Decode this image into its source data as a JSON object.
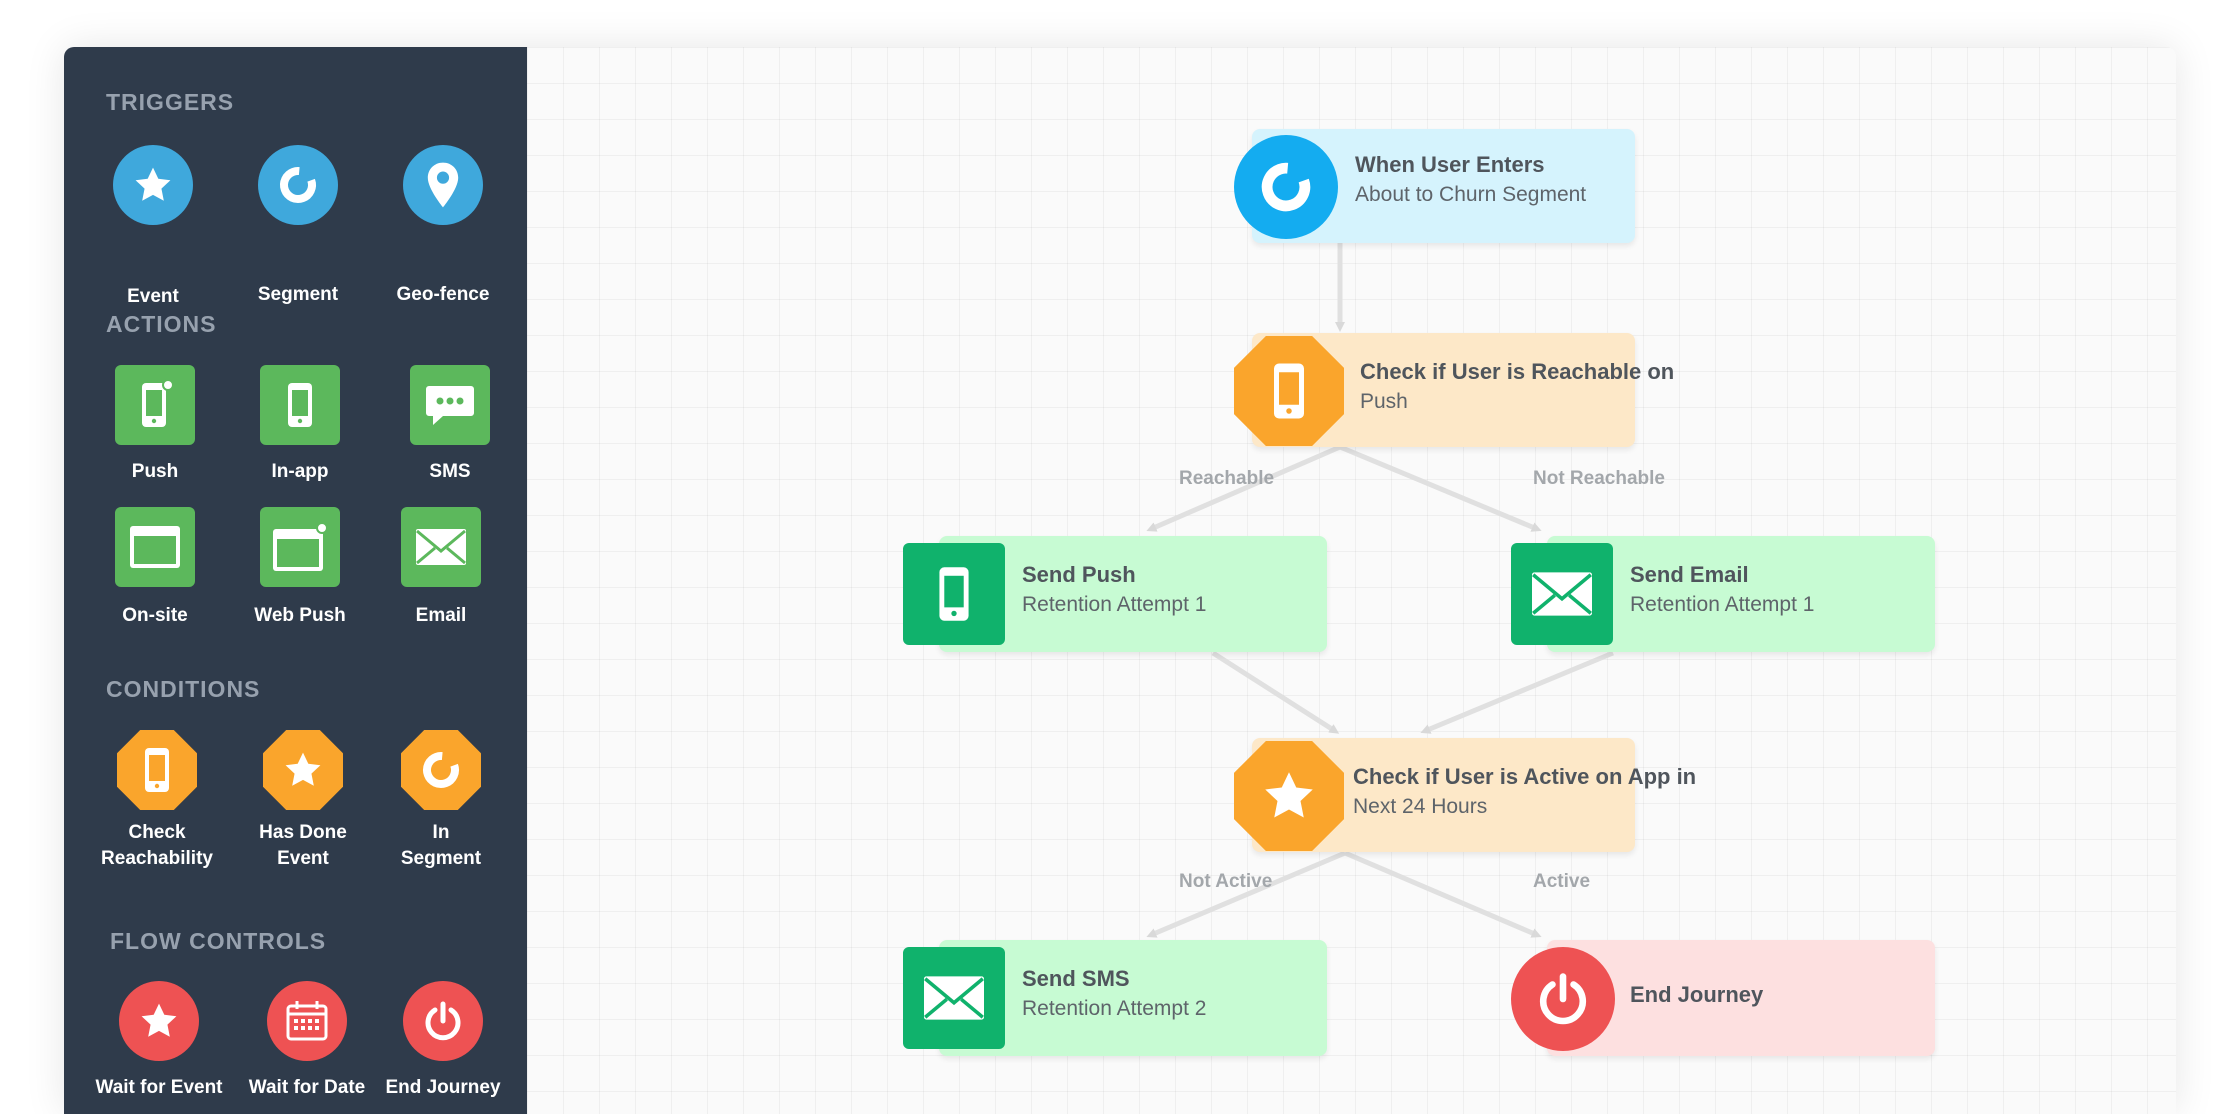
{
  "sidebar": {
    "triggers": {
      "title": "TRIGGERS",
      "items": [
        {
          "label": "Event",
          "icon": "star-icon"
        },
        {
          "label": "Segment",
          "icon": "segment-ring-icon"
        },
        {
          "label": "Geo-fence",
          "icon": "map-pin-icon"
        }
      ]
    },
    "actions": {
      "title": "ACTIONS",
      "items": [
        {
          "label": "Push",
          "icon": "mobile-notification-icon"
        },
        {
          "label": "In-app",
          "icon": "mobile-icon"
        },
        {
          "label": "SMS",
          "icon": "chat-bubble-icon"
        },
        {
          "label": "On-site",
          "icon": "browser-window-icon"
        },
        {
          "label": "Web Push",
          "icon": "browser-notification-icon"
        },
        {
          "label": "Email",
          "icon": "envelope-icon"
        }
      ]
    },
    "conditions": {
      "title": "CONDITIONS",
      "items": [
        {
          "label_line1": "Check",
          "label_line2": "Reachability",
          "icon": "mobile-icon"
        },
        {
          "label_line1": "Has Done",
          "label_line2": "Event",
          "icon": "star-icon"
        },
        {
          "label_line1": "In",
          "label_line2": "Segment",
          "icon": "segment-ring-icon"
        }
      ]
    },
    "flow_controls": {
      "title": "FLOW CONTROLS",
      "items": [
        {
          "label": "Wait for Event",
          "icon": "star-icon"
        },
        {
          "label": "Wait for Date",
          "icon": "calendar-icon"
        },
        {
          "label": "End Journey",
          "icon": "power-icon"
        }
      ]
    }
  },
  "canvas": {
    "nodes": {
      "trigger": {
        "title": "When User Enters",
        "subtitle": "About to Churn Segment"
      },
      "check_reachable": {
        "title": "Check if User is Reachable on",
        "subtitle": "Push"
      },
      "send_push": {
        "title": "Send Push",
        "subtitle": "Retention Attempt 1"
      },
      "send_email": {
        "title": "Send Email",
        "subtitle": "Retention Attempt 1"
      },
      "check_active": {
        "title": "Check if User is Active on App in",
        "subtitle": "Next 24 Hours"
      },
      "send_sms": {
        "title": "Send SMS",
        "subtitle": "Retention Attempt 2"
      },
      "end_journey": {
        "title": "End Journey"
      }
    },
    "edge_labels": {
      "reachable": "Reachable",
      "not_reachable": "Not Reachable",
      "not_active": "Not Active",
      "active": "Active"
    }
  },
  "colors": {
    "sidebar_bg": "#2f3b4b",
    "trigger_blue": "#1eaeeb",
    "action_green": "#5cb85c",
    "condition_orange": "#faa52c",
    "flow_red": "#ee5253",
    "node_green": "#10b26c",
    "node_blue_bg": "#d5f3fd",
    "node_orange_bg": "#fde8c8",
    "node_green_bg": "#c7fbd3",
    "node_red_bg": "#fde0e0"
  }
}
